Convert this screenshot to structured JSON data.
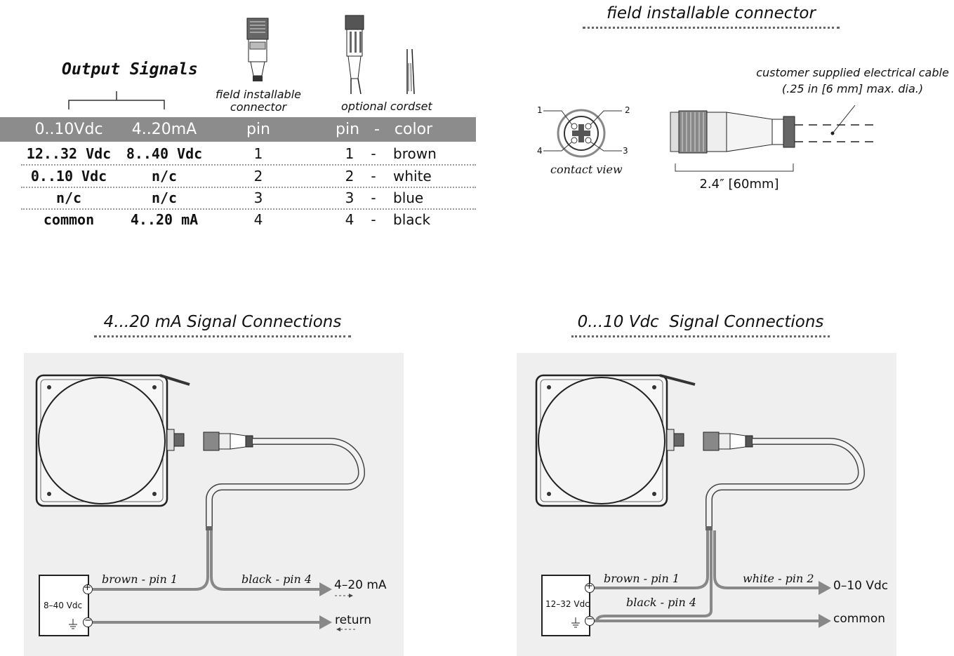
{
  "table": {
    "output_signals_title": "Output Signals",
    "connector_caption_line1": "field installable",
    "connector_caption_line2": "connector",
    "cordset_caption": "optional cordset",
    "headers": {
      "vdc": "0..10Vdc",
      "ma": "4..20mA",
      "pin": "pin",
      "pin_color": "pin   -   color"
    },
    "rows": [
      {
        "vdc": "12..32 Vdc",
        "ma": "8..40 Vdc",
        "pin": "1",
        "cpin": "1",
        "dash": "-",
        "color": "brown"
      },
      {
        "vdc": "0..10 Vdc",
        "ma": "n/c",
        "pin": "2",
        "cpin": "2",
        "dash": "-",
        "color": "white"
      },
      {
        "vdc": "n/c",
        "ma": "n/c",
        "pin": "3",
        "cpin": "3",
        "dash": "-",
        "color": "blue"
      },
      {
        "vdc": "common",
        "ma": "4..20 mA",
        "pin": "4",
        "cpin": "4",
        "dash": "-",
        "color": "black"
      }
    ]
  },
  "connector_detail": {
    "title": "field installable connector",
    "cable_note_line1": "customer supplied electrical cable",
    "cable_note_line2": "(.25 in [6 mm] max. dia.)",
    "contact_view": "contact view",
    "pins": [
      "1",
      "2",
      "3",
      "4"
    ],
    "length": "2.4″ [60mm]"
  },
  "ma_diagram": {
    "title": "4...20 mA Signal Connections",
    "supply_label": "8–40 Vdc",
    "wire_top": "brown - pin 1",
    "wire_right": "black - pin 4",
    "out_top": "4–20 mA",
    "out_bottom": "return",
    "plus": "+",
    "minus": "−"
  },
  "vdc_diagram": {
    "title": "0...10 Vdc  Signal Connections",
    "supply_label": "12–32 Vdc",
    "wire_top": "brown - pin 1",
    "wire_right": "white - pin 2",
    "wire_low": "black - pin 4",
    "out_top": "0–10 Vdc",
    "out_bottom": "common",
    "plus": "+",
    "minus": "−"
  }
}
